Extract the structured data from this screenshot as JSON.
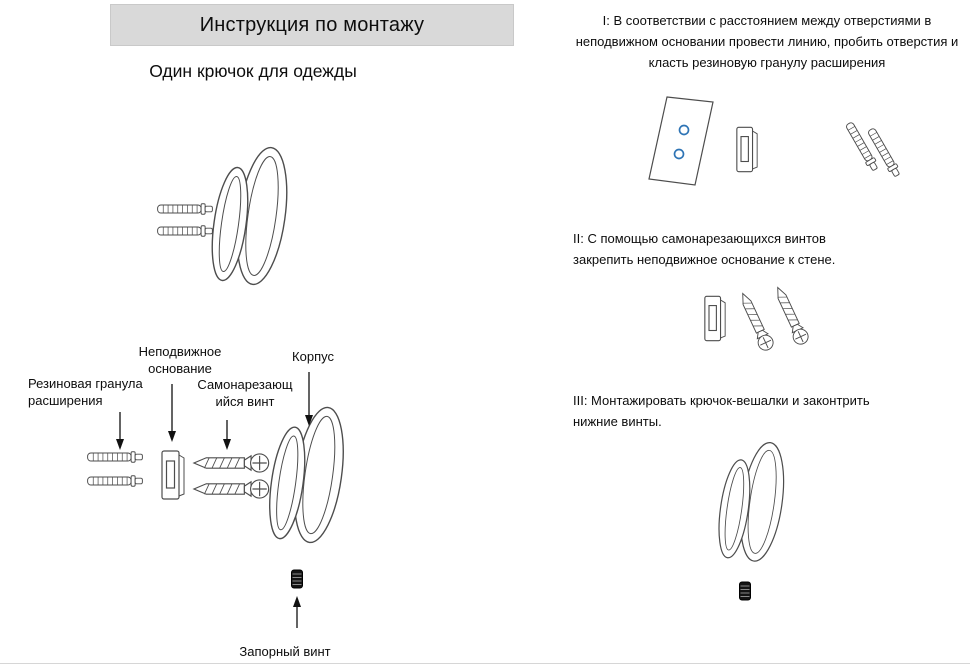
{
  "header": {
    "title": "Инструкция по монтажу",
    "subtitle": "Один крючок для одежды"
  },
  "diagram_labels": {
    "fixed_base": "Неподвижное основание",
    "body": "Корпус",
    "rubber_granule": "Резиновая гранула расширения",
    "self_tapping_screw": "Самонарезающийся винт",
    "locking_screw": "Запорный винт"
  },
  "steps": [
    {
      "text": "I: В соответствии с расстоянием между отверстиями в неподвижном основании провести линию, пробить отверстия и класть резиновую гранулу расширения"
    },
    {
      "text": "II: С помощью самонарезающихся винтов закрепить неподвижное основание к стене."
    },
    {
      "text": "III: Монтажировать крючок-вешалки и законтрить нижние винты."
    }
  ],
  "colors": {
    "header_bar_bg": "#d9d9d9",
    "line_art": "#4d4d4d",
    "hole_outline_blue": "#2e74b5",
    "set_screw_black": "#141414"
  }
}
